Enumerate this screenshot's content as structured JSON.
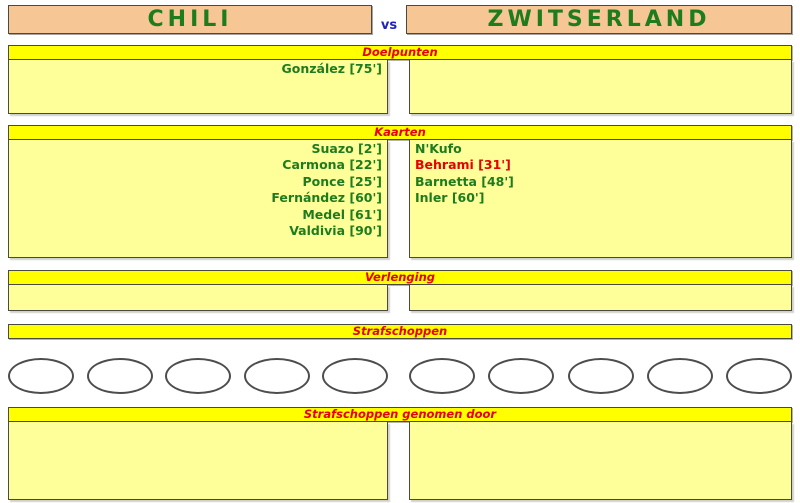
{
  "match": {
    "home_team": "CHILI",
    "away_team": "ZWITSERLAND",
    "versus_label": "vs"
  },
  "sections": {
    "goals": {
      "title": "Doelpunten",
      "home": [
        {
          "text": "González [75']",
          "color": "green"
        }
      ],
      "away": []
    },
    "cards": {
      "title": "Kaarten",
      "home": [
        {
          "text": "Suazo [2']",
          "color": "green"
        },
        {
          "text": "Carmona [22']",
          "color": "green"
        },
        {
          "text": "Ponce [25']",
          "color": "green"
        },
        {
          "text": "Fernández [60']",
          "color": "green"
        },
        {
          "text": "Medel [61']",
          "color": "green"
        },
        {
          "text": "Valdivia [90']",
          "color": "green"
        }
      ],
      "away": [
        {
          "text": "N'Kufo",
          "color": "green"
        },
        {
          "text": "Behrami [31']",
          "color": "red"
        },
        {
          "text": "Barnetta [48']",
          "color": "green"
        },
        {
          "text": "Inler [60']",
          "color": "green"
        }
      ]
    },
    "extra_time": {
      "title": "Verlenging",
      "home": [],
      "away": []
    },
    "penalties": {
      "title": "Strafschoppen",
      "home_slots": 5,
      "away_slots": 5
    },
    "penalty_takers": {
      "title": "Strafschoppen genomen door",
      "home": [],
      "away": []
    }
  },
  "colors": {
    "header_bg": "#f6c795",
    "bar_yellow": "#ffff00",
    "box_yellow": "#ffff99",
    "green_text": "#1e7c1e",
    "red_text": "#e60000",
    "vs_blue": "#2222bb",
    "border": "#4a4a40",
    "ellipse_border": "#4d4d4d"
  }
}
